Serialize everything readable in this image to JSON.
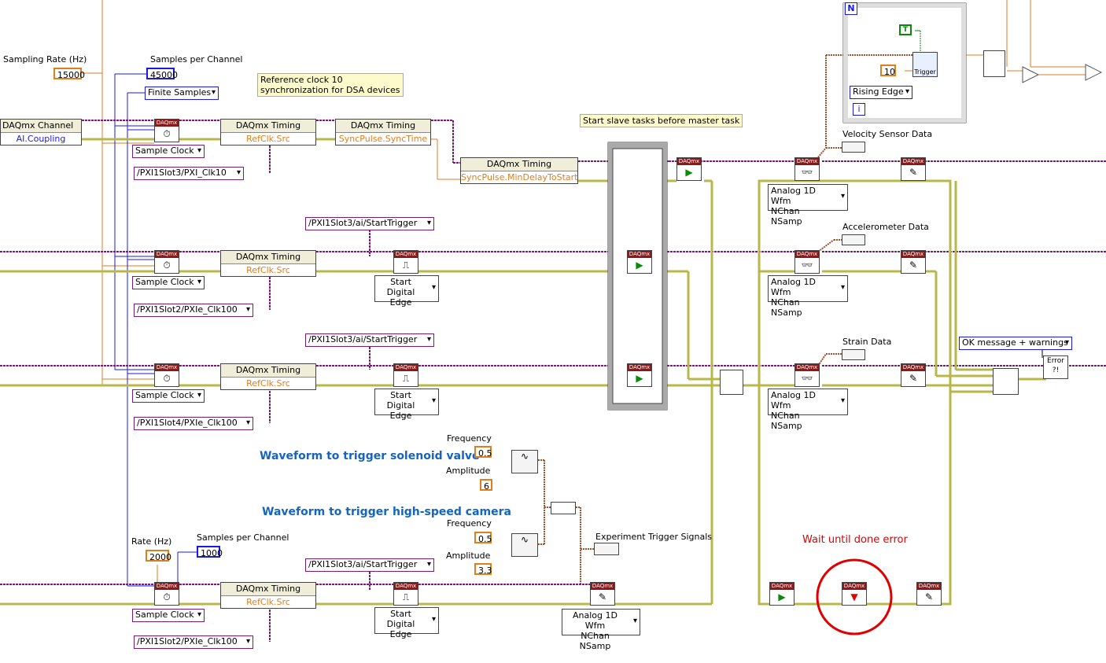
{
  "labels": {
    "sampling_rate": "Sampling Rate (Hz)",
    "samples_per_channel": "Samples per Channel",
    "velocity": "Velocity Sensor Data",
    "accelerometer": "Accelerometer Data",
    "strain": "Strain Data",
    "frequency": "Frequency",
    "amplitude": "Amplitude",
    "rate": "Rate (Hz)",
    "samples_per_channel_2": "Samples per Channel",
    "experiment_trigger": "Experiment Trigger Signals"
  },
  "constants": {
    "sampling_rate": "15000",
    "samples_per_channel": "45000",
    "freq1": "0.5",
    "amp1": "6",
    "freq2": "0.5",
    "amp2": "3.3",
    "rate": "2000",
    "samples2": "1000",
    "loop_count": "10",
    "bool_true": "T"
  },
  "rings": {
    "finite": "Finite Samples",
    "sample_clock": "Sample Clock",
    "clk1": "/PXI1Slot3/PXI_Clk10",
    "clk2": "/PXI1Slot2/PXIe_Clk100",
    "clk3": "/PXI1Slot4/PXIe_Clk100",
    "clk4": "/PXI1Slot2/PXIe_Clk100",
    "trig1": "/PXI1Slot3/ai/StartTrigger",
    "trig2": "/PXI1Slot3/ai/StartTrigger",
    "trig3": "/PXI1Slot3/ai/StartTrigger",
    "rising": "Rising Edge",
    "ok_msg": "OK message + warnings"
  },
  "nodes": {
    "daq_channel": "DAQmx Channel",
    "ai_coupling": "AI.Coupling",
    "timing": "DAQmx Timing",
    "refclk": "RefClk.Src",
    "syncpulse": "SyncPulse.SyncTime",
    "mindelay": "SyncPulse.MinDelayToStart",
    "daqmx": "DAQmx",
    "start": "Start",
    "digital_edge": "Digital Edge",
    "analog_1d": "Analog 1D Wfm",
    "nchan": "NChan NSamp",
    "trigger": "Trigger",
    "loop_n": "N",
    "loop_i": "i",
    "error": "Error ?!"
  },
  "notes": {
    "refclock": "Reference clock 10\nsynchronization for DSA devices",
    "slave": "Start slave tasks before master task"
  },
  "headings": {
    "solenoid": "Waveform to trigger solenoid valve",
    "camera": "Waveform to trigger high-speed camera",
    "wait_error": "Wait until done error"
  },
  "colors": {
    "orange": "#e07e1c",
    "blue": "#1a1ae6",
    "purple": "#7a1a7a",
    "error_wire": "#c8c84a",
    "waveform_wire": "#a0522d",
    "highlight_red": "#e00000",
    "heading_blue": "#1565c0"
  }
}
